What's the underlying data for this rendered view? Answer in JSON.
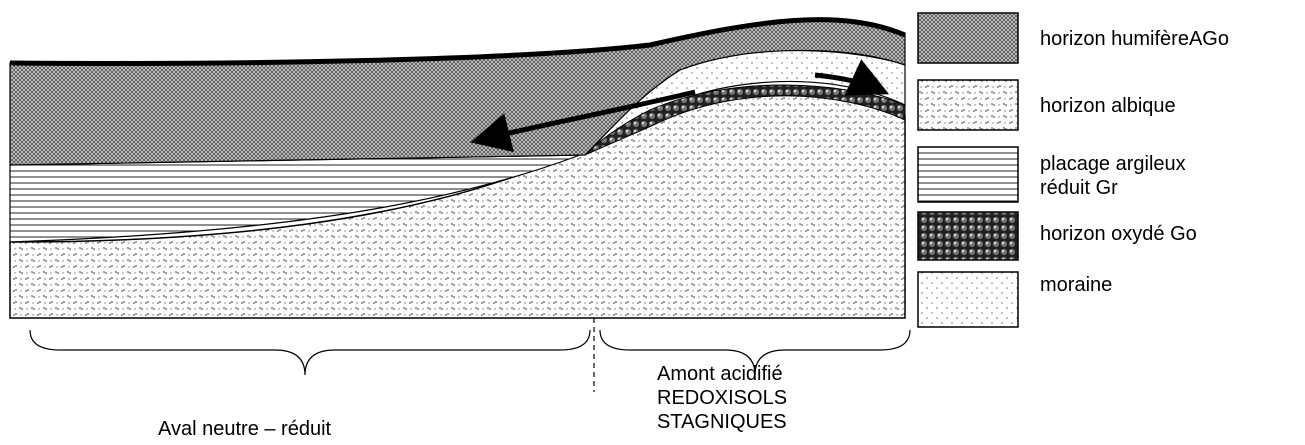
{
  "legend": {
    "items": [
      {
        "key": "humifere",
        "label_lines": [
          "horizon humifèreAGo"
        ]
      },
      {
        "key": "albique",
        "label_lines": [
          "horizon albique"
        ]
      },
      {
        "key": "argileux",
        "label_lines": [
          "placage argileux",
          "réduit Gr"
        ]
      },
      {
        "key": "oxyde",
        "label_lines": [
          "horizon oxydé Go"
        ]
      },
      {
        "key": "moraine",
        "label_lines": [
          "moraine"
        ]
      }
    ]
  },
  "captions": {
    "aval": "Aval neutre – réduit",
    "amont_lines": [
      "Amont acidifié",
      "REDOXISOLS",
      "STAGNIQUES"
    ]
  }
}
